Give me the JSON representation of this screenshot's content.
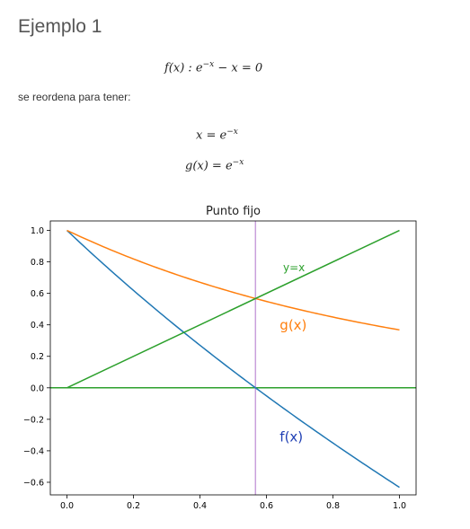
{
  "heading": "Ejemplo 1",
  "equations": {
    "eq1_lhs": "f(x) : e",
    "eq1_exp": "−x",
    "eq1_rhs": " − x = 0",
    "paragraph": "se reordena para tener:",
    "eq2_lhs": "x = e",
    "eq2_exp": "−x",
    "eq3_lhs": "g(x) = e",
    "eq3_exp": "−x"
  },
  "chart_data": {
    "type": "line",
    "title": "Punto fijo",
    "xlim": [
      -0.05,
      1.05
    ],
    "ylim": [
      -0.68,
      1.06
    ],
    "xticks": [
      0.0,
      0.2,
      0.4,
      0.6,
      0.8,
      1.0
    ],
    "yticks": [
      -0.6,
      -0.4,
      -0.2,
      0.0,
      0.2,
      0.4,
      0.6,
      0.8,
      1.0
    ],
    "series": [
      {
        "name": "f(x)",
        "function": "exp(-x) - x",
        "color": "#1f77b4",
        "x": [
          0.0,
          0.1,
          0.2,
          0.3,
          0.4,
          0.5,
          0.567,
          0.6,
          0.7,
          0.8,
          0.9,
          1.0
        ],
        "y": [
          1.0,
          0.805,
          0.619,
          0.441,
          0.27,
          0.107,
          0.0,
          -0.051,
          -0.203,
          -0.351,
          -0.493,
          -0.632
        ]
      },
      {
        "name": "g(x)",
        "function": "exp(-x)",
        "color": "#ff7f0e",
        "x": [
          0.0,
          0.1,
          0.2,
          0.3,
          0.4,
          0.5,
          0.6,
          0.7,
          0.8,
          0.9,
          1.0
        ],
        "y": [
          1.0,
          0.905,
          0.819,
          0.741,
          0.67,
          0.607,
          0.549,
          0.497,
          0.449,
          0.407,
          0.368
        ]
      },
      {
        "name": "y=x",
        "function": "x",
        "color": "#2ca02c",
        "x": [
          0.0,
          1.0
        ],
        "y": [
          0.0,
          1.0
        ]
      }
    ],
    "hline": {
      "y": 0.0,
      "color": "#2ca02c"
    },
    "vline": {
      "x": 0.567,
      "color": "#c9a0dc"
    },
    "annotations": [
      {
        "text": "y=x",
        "x": 0.65,
        "y": 0.74,
        "color": "#2ca02c",
        "size": 12
      },
      {
        "text": "g(x)",
        "x": 0.64,
        "y": 0.37,
        "color": "#ff7f0e",
        "size": 15
      },
      {
        "text": "f(x)",
        "x": 0.64,
        "y": -0.34,
        "color": "#1f3fb4",
        "size": 15
      }
    ]
  }
}
